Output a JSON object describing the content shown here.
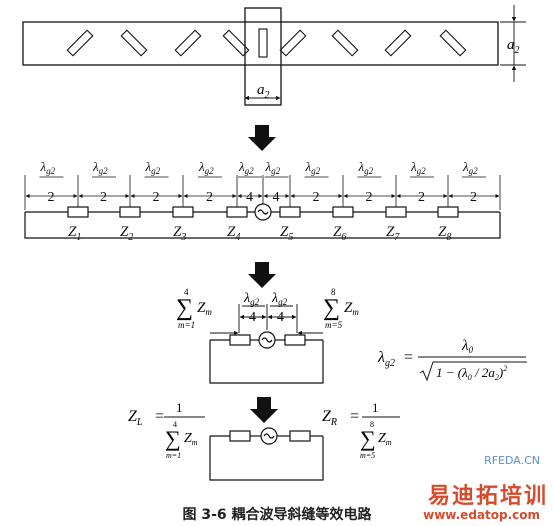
{
  "top": {
    "a2": "a",
    "a2_sub": "2"
  },
  "ladder": {
    "lambda": "λ",
    "lambda_sub": "g2",
    "half": "2",
    "quarter": "4",
    "z": "Z",
    "z_subs": [
      "1",
      "2",
      "3",
      "4",
      "5",
      "6",
      "7",
      "8"
    ]
  },
  "reduced": {
    "sum_sym": "∑",
    "left_upper": "4",
    "left_lower": "m=1",
    "right_upper": "8",
    "right_lower": "m=5",
    "zm": "Z",
    "zm_sub": "m"
  },
  "formula": {
    "lhs": "λ",
    "lhs_sub": "g2",
    "eq": "=",
    "num": "λ",
    "num_sub": "0",
    "den_body": "1 − (λ",
    "den_sub": "0",
    "den_tail": " / 2a",
    "den_sub2": "2",
    "den_close": ")",
    "den_pow": "2"
  },
  "final": {
    "zl": "Z",
    "zl_sub": "L",
    "zr": "Z",
    "zr_sub": "R",
    "one": "1"
  },
  "caption": "图 3-6  耦合波导斜缝等效电路",
  "watermark": {
    "site": "RFEDA.CN",
    "brand": "易迪拓培训",
    "url": "www.edatop.com"
  }
}
